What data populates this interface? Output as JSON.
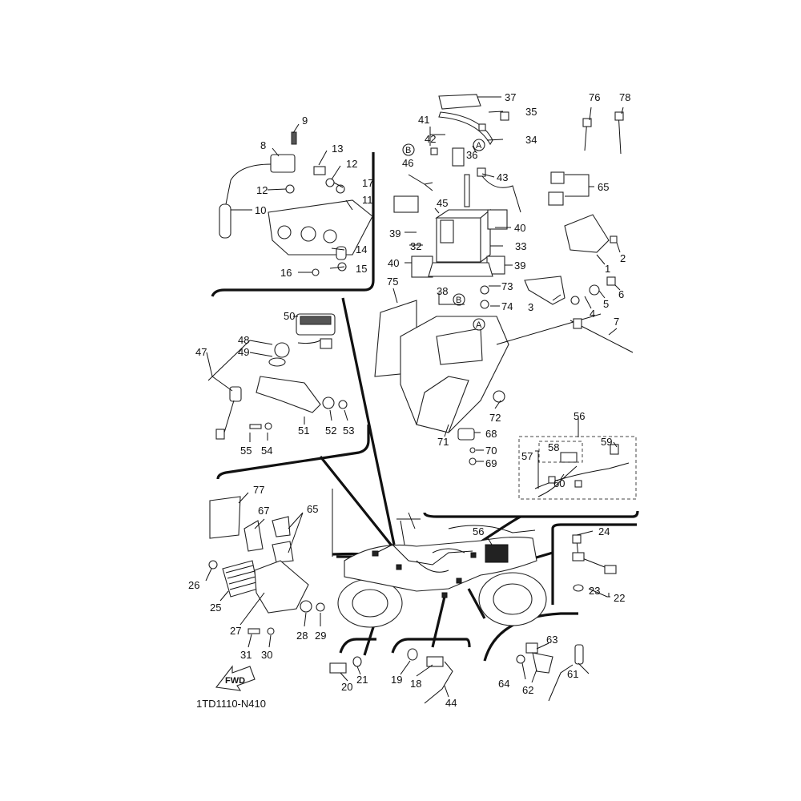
{
  "diagram": {
    "code": "1TD1110-N410",
    "fwd_label": "FWD",
    "ref_markers": [
      "A",
      "B"
    ],
    "callouts": [
      "1",
      "2",
      "3",
      "4",
      "5",
      "6",
      "7",
      "8",
      "9",
      "10",
      "11",
      "12",
      "13",
      "14",
      "15",
      "16",
      "17",
      "18",
      "19",
      "20",
      "21",
      "22",
      "23",
      "24",
      "25",
      "26",
      "27",
      "28",
      "29",
      "30",
      "31",
      "32",
      "33",
      "34",
      "35",
      "36",
      "37",
      "38",
      "39",
      "40",
      "41",
      "42",
      "43",
      "44",
      "45",
      "46",
      "47",
      "48",
      "49",
      "50",
      "51",
      "52",
      "53",
      "54",
      "55",
      "56",
      "57",
      "58",
      "59",
      "60",
      "61",
      "62",
      "63",
      "64",
      "65",
      "67",
      "68",
      "69",
      "70",
      "71",
      "72",
      "73",
      "74",
      "75",
      "76",
      "77",
      "78"
    ]
  }
}
